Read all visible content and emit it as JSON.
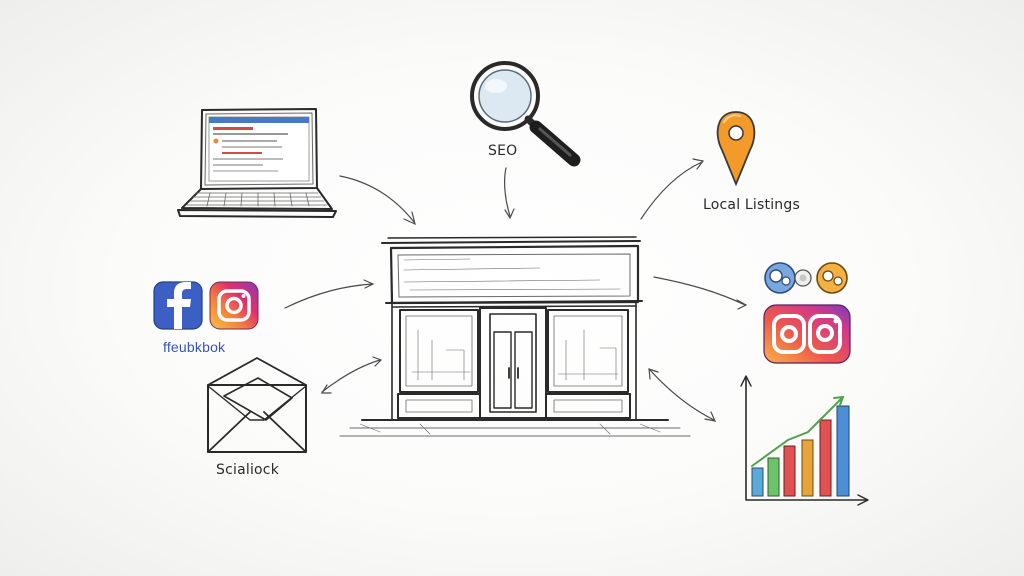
{
  "nodes": {
    "seo": {
      "label": "SEO"
    },
    "local_listings": {
      "label": "Local Listings"
    },
    "facebook": {
      "label": "ffeubkbok"
    },
    "email": {
      "label": "Scialiock"
    }
  },
  "colors": {
    "facebook_blue": "#3b5fc4",
    "instagram_orange": "#f4833b",
    "instagram_pink": "#e1306c",
    "instagram_purple": "#8a3ab9",
    "pin_orange": "#f39a2a",
    "bar_colors": [
      "#5aa9d8",
      "#6cc36a",
      "#e05252",
      "#e7a43c",
      "#e05252",
      "#4a8fd8"
    ]
  },
  "icons": [
    "laptop-icon",
    "magnifying-glass-icon",
    "map-pin-icon",
    "storefront-icon",
    "facebook-icon",
    "instagram-icon",
    "envelope-icon",
    "social-badges-icon",
    "bar-chart-icon"
  ]
}
